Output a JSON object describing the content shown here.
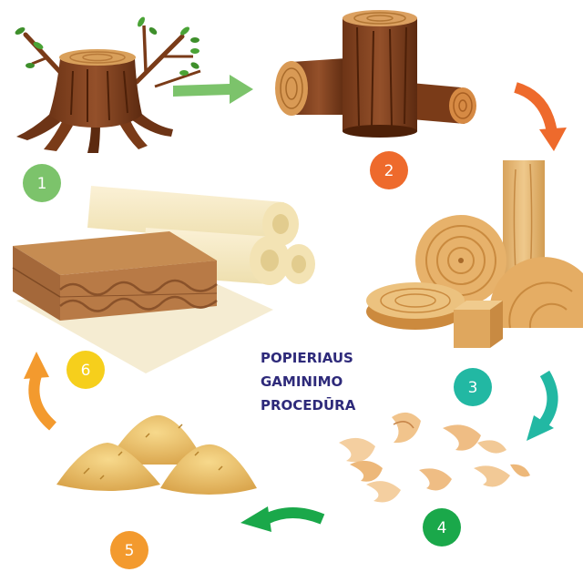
{
  "title": {
    "lines": [
      "POPIERIAUS",
      "GAMINIMO",
      "PROCEDŪRA"
    ],
    "color": "#2e2a7a"
  },
  "steps": [
    {
      "number": "1",
      "color": "#7cc36b",
      "illustration": "tree-stump"
    },
    {
      "number": "2",
      "color": "#ee6a2c",
      "illustration": "cut-logs"
    },
    {
      "number": "3",
      "color": "#22b8a3",
      "illustration": "sawn-lumber"
    },
    {
      "number": "4",
      "color": "#1aa84a",
      "illustration": "wood-shavings"
    },
    {
      "number": "5",
      "color": "#f39a2e",
      "illustration": "sawdust-piles"
    },
    {
      "number": "6",
      "color": "#f6cf1c",
      "illustration": "paper-and-cardboard"
    }
  ],
  "arrows": [
    {
      "from": "1",
      "to": "2",
      "color": "#7cc36b"
    },
    {
      "from": "2",
      "to": "3",
      "color": "#ee6a2c"
    },
    {
      "from": "3",
      "to": "4",
      "color": "#22b8a3"
    },
    {
      "from": "4",
      "to": "5",
      "color": "#1aa84a"
    },
    {
      "from": "5",
      "to": "6",
      "color": "#f39a2e"
    }
  ]
}
